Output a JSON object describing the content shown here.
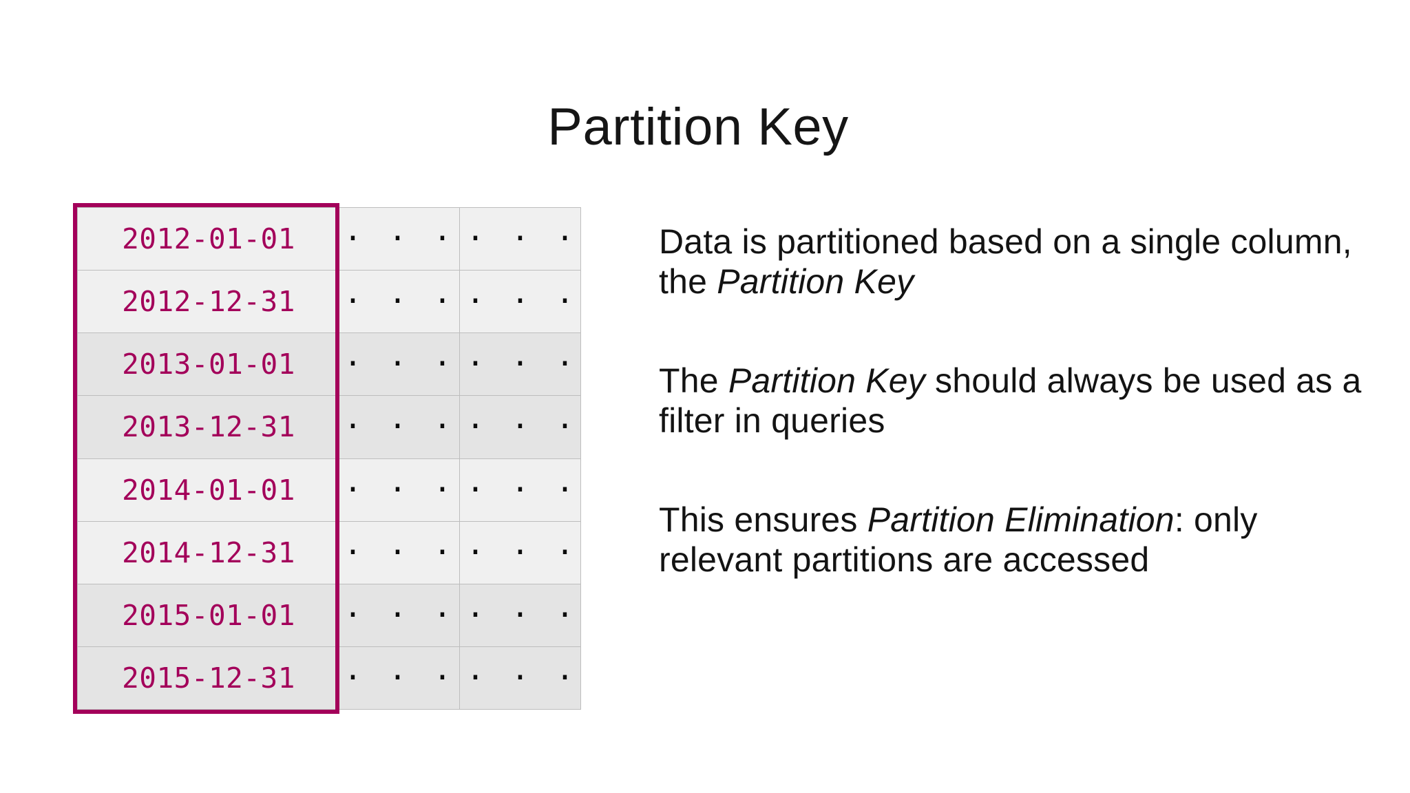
{
  "slide": {
    "title": "Partition Key",
    "background_color": "#FFFFFF"
  },
  "colors": {
    "accent": "#A3005A",
    "row_light": "#F0F0F0",
    "row_dark": "#E4E4E4",
    "grid_line": "#BDBDBD",
    "text": "#131313"
  },
  "table": {
    "columns": [
      {
        "name": "partition-key-column",
        "highlighted": true
      },
      {
        "name": "data-column-1",
        "highlighted": false
      },
      {
        "name": "data-column-2",
        "highlighted": false
      }
    ],
    "ellipsis": "· · ·",
    "rows": [
      {
        "key": "2012-01-01",
        "c2": "· · ·",
        "c3": "· · ·",
        "shade": "light"
      },
      {
        "key": "2012-12-31",
        "c2": "· · ·",
        "c3": "· · ·",
        "shade": "light"
      },
      {
        "key": "2013-01-01",
        "c2": "· · ·",
        "c3": "· · ·",
        "shade": "dark"
      },
      {
        "key": "2013-12-31",
        "c2": "· · ·",
        "c3": "· · ·",
        "shade": "dark"
      },
      {
        "key": "2014-01-01",
        "c2": "· · ·",
        "c3": "· · ·",
        "shade": "light"
      },
      {
        "key": "2014-12-31",
        "c2": "· · ·",
        "c3": "· · ·",
        "shade": "light"
      },
      {
        "key": "2015-01-01",
        "c2": "· · ·",
        "c3": "· · ·",
        "shade": "dark"
      },
      {
        "key": "2015-12-31",
        "c2": "· · ·",
        "c3": "· · ·",
        "shade": "dark"
      }
    ]
  },
  "bullets": [
    {
      "id": "bullet-partition-definition",
      "parts": [
        {
          "text": "Data is partitioned based on a single column, the ",
          "italic": false
        },
        {
          "text": "Partition Key",
          "italic": true
        }
      ]
    },
    {
      "id": "bullet-filter-usage",
      "parts": [
        {
          "text": "The ",
          "italic": false
        },
        {
          "text": "Partition Key",
          "italic": true
        },
        {
          "text": " should always be used as a filter in queries",
          "italic": false
        }
      ]
    },
    {
      "id": "bullet-partition-elimination",
      "parts": [
        {
          "text": "This ensures ",
          "italic": false
        },
        {
          "text": "Partition Elimination",
          "italic": true
        },
        {
          "text": ": only relevant partitions are accessed",
          "italic": false
        }
      ]
    }
  ]
}
